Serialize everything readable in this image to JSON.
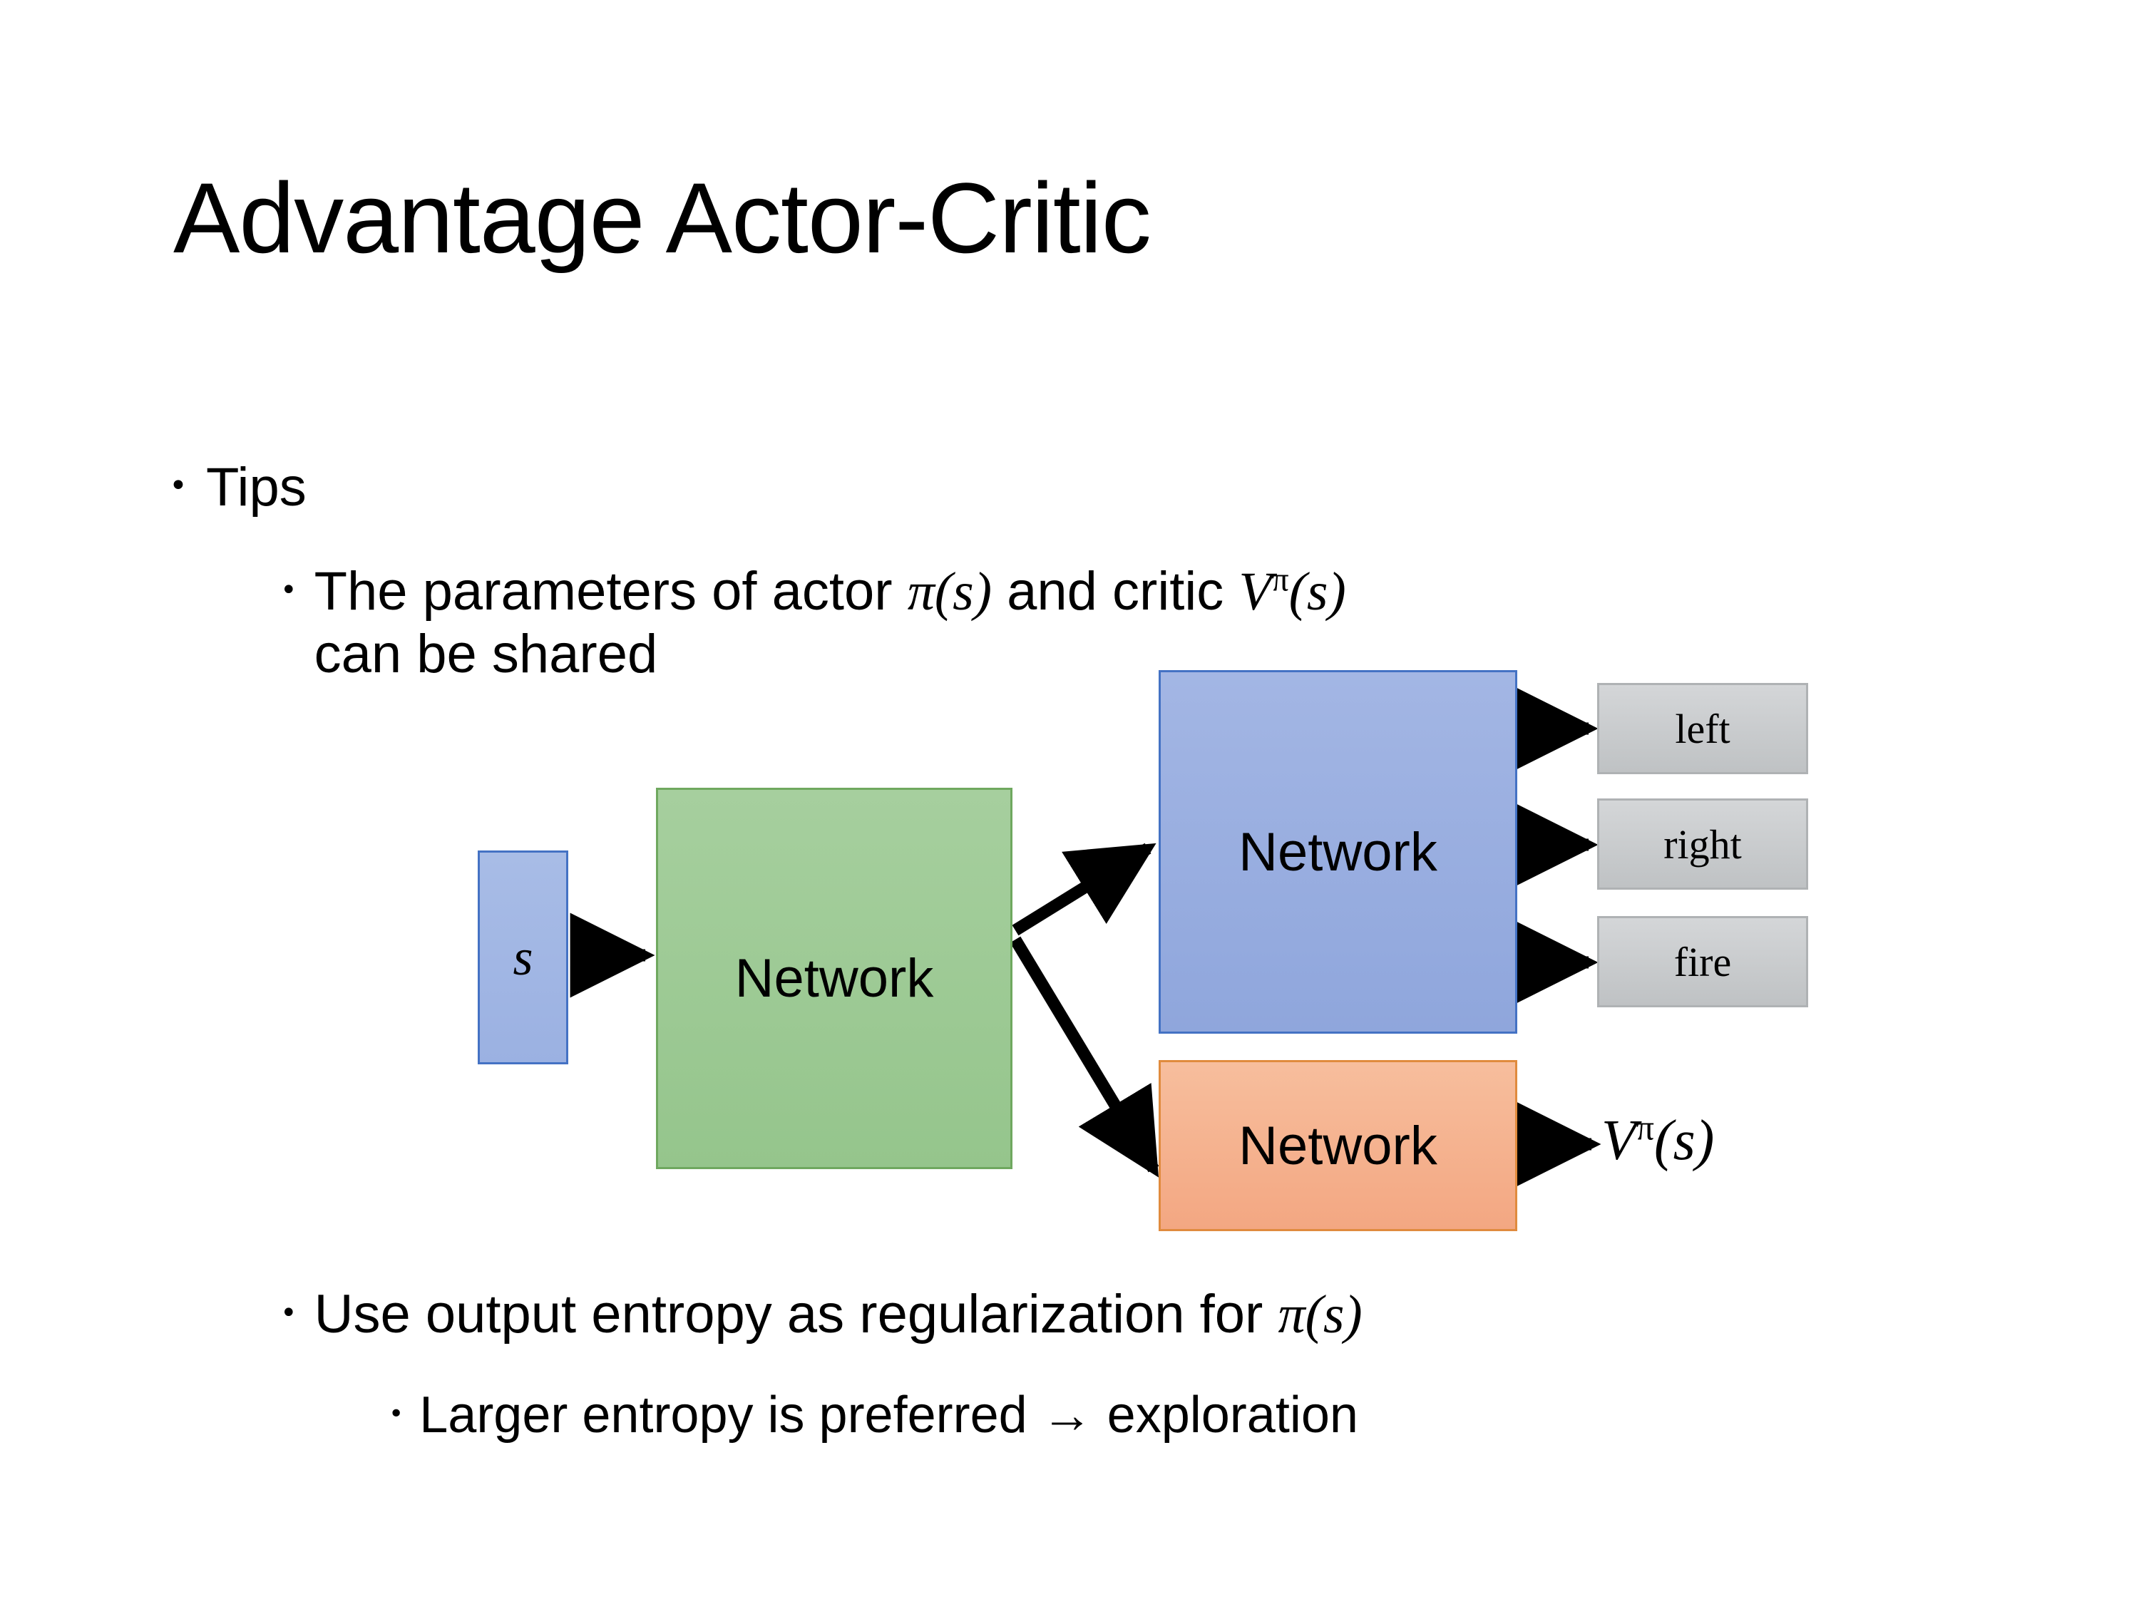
{
  "slide": {
    "title": "Advantage Actor-Critic",
    "background_color": "#FFFFFF",
    "text_color": "#000000"
  },
  "bullets": {
    "level1": {
      "marker": "•",
      "text": "Tips"
    },
    "params": {
      "marker": "•",
      "prefix": "The parameters of actor ",
      "math_actor": "π(s)",
      "middle": "  and critic ",
      "math_critic_base": "V",
      "math_critic_sup": "π",
      "math_critic_arg": "(s)",
      "second_line": "can be shared"
    },
    "entropy": {
      "marker": "•",
      "prefix": "Use output entropy as regularization for ",
      "math": "π(s)"
    },
    "larger": {
      "marker": "•",
      "text": "Larger entropy is preferred → exploration"
    }
  },
  "diagram": {
    "input_node": {
      "label": "s",
      "fill": "#9BB1E2",
      "border": "#4472C4"
    },
    "shared_network": {
      "label": "Network",
      "fill": "#95C58C",
      "border": "#6FA85F"
    },
    "actor_network": {
      "label": "Network",
      "fill": "#8FA6DC",
      "border": "#4472C4"
    },
    "critic_network": {
      "label": "Network",
      "fill": "#F3A782",
      "border": "#E08B3E"
    },
    "action_outputs": [
      {
        "label": "left",
        "fill": "#C7CACC"
      },
      {
        "label": "right",
        "fill": "#C7CACC"
      },
      {
        "label": "fire",
        "fill": "#C7CACC"
      }
    ],
    "value_output": {
      "base": "V",
      "sup": "π",
      "arg": "(s)"
    },
    "arrow_color": "#000000"
  }
}
